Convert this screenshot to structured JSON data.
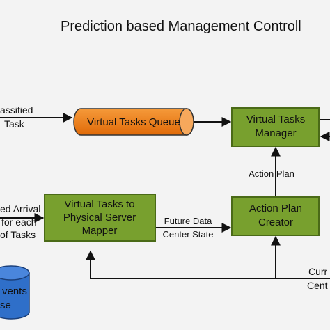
{
  "diagram": {
    "title": "Prediction based Management Controll",
    "inputs": {
      "classified_task": [
        "assified",
        "Task"
      ],
      "expected_arrival": [
        "ed Arrival",
        "for each",
        "of Tasks"
      ]
    },
    "nodes": {
      "queue": "Virtual Tasks Queue",
      "manager": [
        "Virtual Tasks",
        "Manager"
      ],
      "mapper": [
        "Virtual Tasks to",
        "Physical Server",
        "Mapper"
      ],
      "creator": [
        "Action Plan",
        "Creator"
      ],
      "events_db": [
        "vents",
        "se"
      ]
    },
    "edges": {
      "action_plan": "Action Plan",
      "future_state": [
        "Future Data",
        "Center State"
      ],
      "current_state": [
        "Curr",
        "Cent"
      ]
    },
    "colors": {
      "green_box": "#78a02e",
      "green_border": "#4a6a17",
      "queue_orange": "#f07b14",
      "db_blue": "#2f6fc9",
      "line": "#111111"
    }
  }
}
